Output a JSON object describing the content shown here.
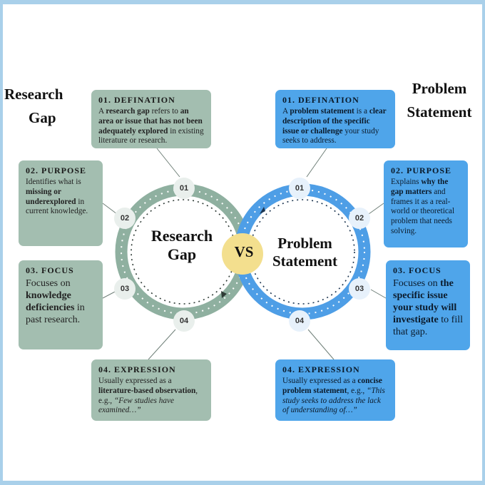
{
  "titles": {
    "left_line1": "Research",
    "left_line2": "Gap",
    "right_line1": "Problem",
    "right_line2": "Statement"
  },
  "center": {
    "left_line1": "Research",
    "left_line2": "Gap",
    "vs": "VS",
    "right_line1": "Problem",
    "right_line2": "Statement"
  },
  "nodes": {
    "left": [
      "01",
      "02",
      "03",
      "04"
    ],
    "right": [
      "01",
      "02",
      "03",
      "04"
    ]
  },
  "left_cards": {
    "definition": {
      "heading": "01. DEFINATION",
      "t1": "A ",
      "b1": "research gap",
      "t2": " refers to ",
      "b2": "an area or issue that has not been adequately explored",
      "t3": " in existing literature or research."
    },
    "purpose": {
      "heading": "02. PURPOSE",
      "t1": "Identifies what is ",
      "b1": "missing or underexplored",
      "t2": " in current knowledge."
    },
    "focus": {
      "heading": "03. FOCUS",
      "t1": "Focuses on ",
      "b1": "knowledge deficiencies",
      "t2": " in past research."
    },
    "expression": {
      "heading": "04. EXPRESSION",
      "t1": "Usually expressed as a ",
      "b1": "literature-based observation",
      "t2": ", e.g., ",
      "i1": "“Few studies have examined…”"
    }
  },
  "right_cards": {
    "definition": {
      "heading": "01. DEFINATION",
      "t1": "A ",
      "b1": "problem statement",
      "t2": " is a ",
      "b2": "clear description of the specific issue or challenge",
      "t3": " your study seeks to address."
    },
    "purpose": {
      "heading": "02. PURPOSE",
      "t1": "Explains ",
      "b1": "why the gap matters",
      "t2": " and frames it as a real-world or theoretical problem that needs solving."
    },
    "focus": {
      "heading": "03. FOCUS",
      "t1": "Focuses on ",
      "b1": "the specific issue your study will investigate",
      "t2": " to fill that gap."
    },
    "expression": {
      "heading": "04. EXPRESSION",
      "t1": "Usually expressed as a ",
      "b1": "concise problem statement",
      "t2": ", e.g., ",
      "i1": "“This study seeks to address the lack of understanding of…”"
    }
  },
  "colors": {
    "green_card": "#a3beb0",
    "green_ring": "#8fb0a0",
    "blue_card": "#4fa5ea",
    "blue_ring": "#4e9ee6",
    "vs_circle": "#f3df8e",
    "frame": "#a9d0ea"
  }
}
